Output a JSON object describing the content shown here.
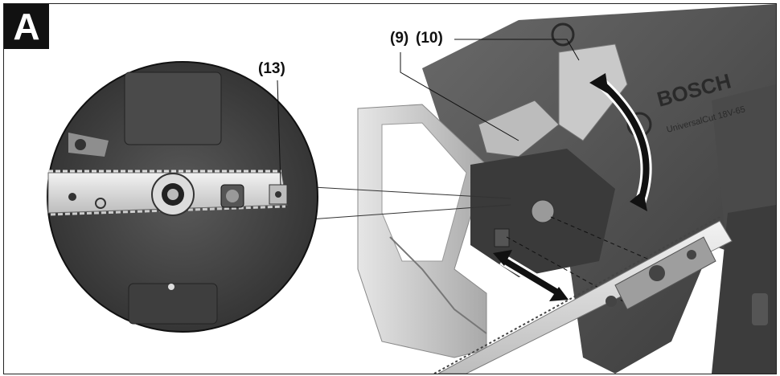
{
  "figure": {
    "badge": "A",
    "callouts": {
      "c9": "(9)",
      "c10": "(10)",
      "c13": "(13)"
    },
    "brand": "BOSCH",
    "model": "UniversalCut 18V-65"
  }
}
